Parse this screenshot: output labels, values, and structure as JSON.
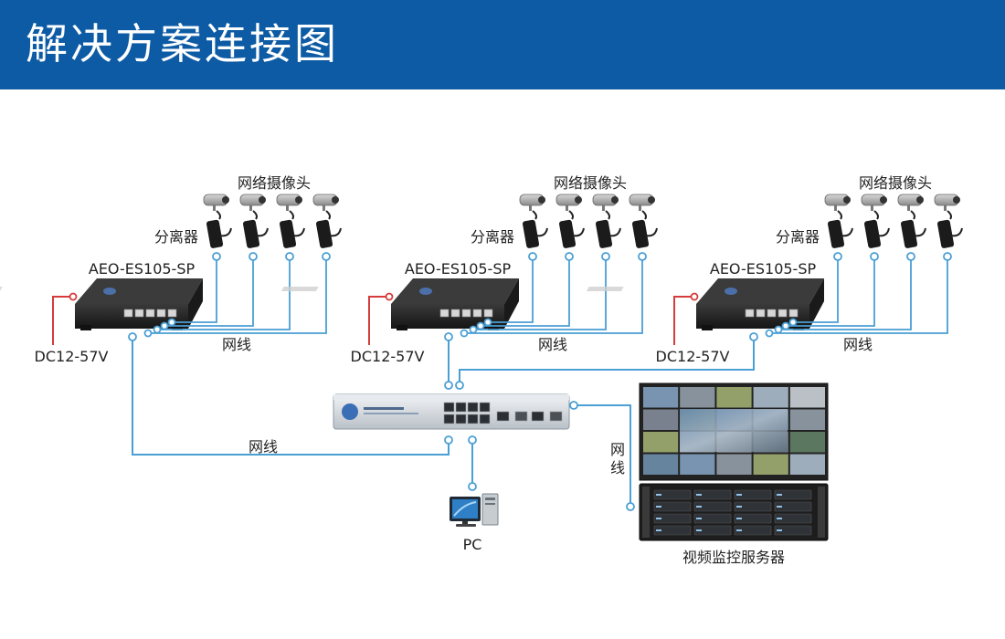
{
  "header": {
    "title": "解决方案连接图"
  },
  "groups": [
    {
      "camera_label": "网络摄像头",
      "splitter_label": "分离器",
      "switch_model": "AEO-ES105-SP",
      "power_label": "DC12-57V",
      "cable_label": "网线"
    },
    {
      "camera_label": "网络摄像头",
      "splitter_label": "分离器",
      "switch_model": "AEO-ES105-SP",
      "power_label": "DC12-57V",
      "cable_label": "网线"
    },
    {
      "camera_label": "网络摄像头",
      "splitter_label": "分离器",
      "switch_model": "AEO-ES105-SP",
      "power_label": "DC12-57V",
      "cable_label": "网线"
    }
  ],
  "core": {
    "cable_label_left": "网线",
    "cable_label_right": "网线"
  },
  "pc": {
    "label": "PC"
  },
  "server": {
    "label": "视频监控服务器"
  },
  "colors": {
    "header": "#0d5ba4",
    "data_line": "#4a9fd4",
    "power_line": "#d63c3c",
    "device_dark": "#2a2a2a"
  }
}
